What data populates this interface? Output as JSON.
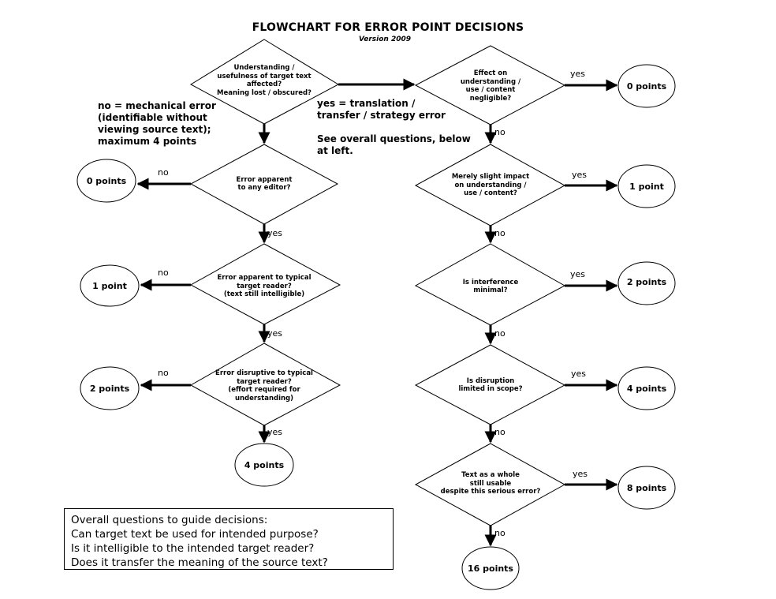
{
  "title": "FLOWCHART FOR ERROR POINT DECISIONS",
  "version": "Version 2009",
  "decisions": {
    "start": [
      "Understanding /",
      "usefulness of target text",
      "affected?",
      "Meaning lost / obscured?"
    ],
    "l1": [
      "Error apparent",
      "to any editor?"
    ],
    "l2": [
      "Error apparent to typical",
      "target reader?",
      "(text still intelligible)"
    ],
    "l3": [
      "Error disruptive to typical",
      "target reader?",
      "(effort required for",
      "understanding)"
    ],
    "r1": [
      "Effect on",
      "understanding /",
      "use / content",
      "negligible?"
    ],
    "r2": [
      "Merely slight impact",
      "on understanding /",
      "use / content?"
    ],
    "r3": [
      "Is interference",
      "minimal?"
    ],
    "r4": [
      "Is disruption",
      "limited in scope?"
    ],
    "r5": [
      "Text as a whole",
      "still usable",
      "despite this serious error?"
    ]
  },
  "outcomes": {
    "l0": "0 points",
    "l1": "1 point",
    "l2": "2 points",
    "l4": "4 points",
    "r0": "0 points",
    "r1": "1 point",
    "r2": "2 points",
    "r4": "4 points",
    "r8": "8 points",
    "r16": "16 points"
  },
  "edge_labels": {
    "yes": "yes",
    "no": "no"
  },
  "notes": {
    "no_branch": [
      "no = mechanical error",
      "(identifiable without",
      "viewing source text);",
      "maximum 4 points"
    ],
    "yes_branch": [
      "yes = translation /",
      "transfer / strategy error"
    ],
    "see_overall": [
      "See overall questions, below",
      "at left."
    ]
  },
  "guide": {
    "lines": [
      "Overall questions to guide decisions:",
      "Can target text be used for intended purpose?",
      "Is it intelligible to the intended target reader?",
      "Does it transfer the meaning of the source text?"
    ]
  }
}
